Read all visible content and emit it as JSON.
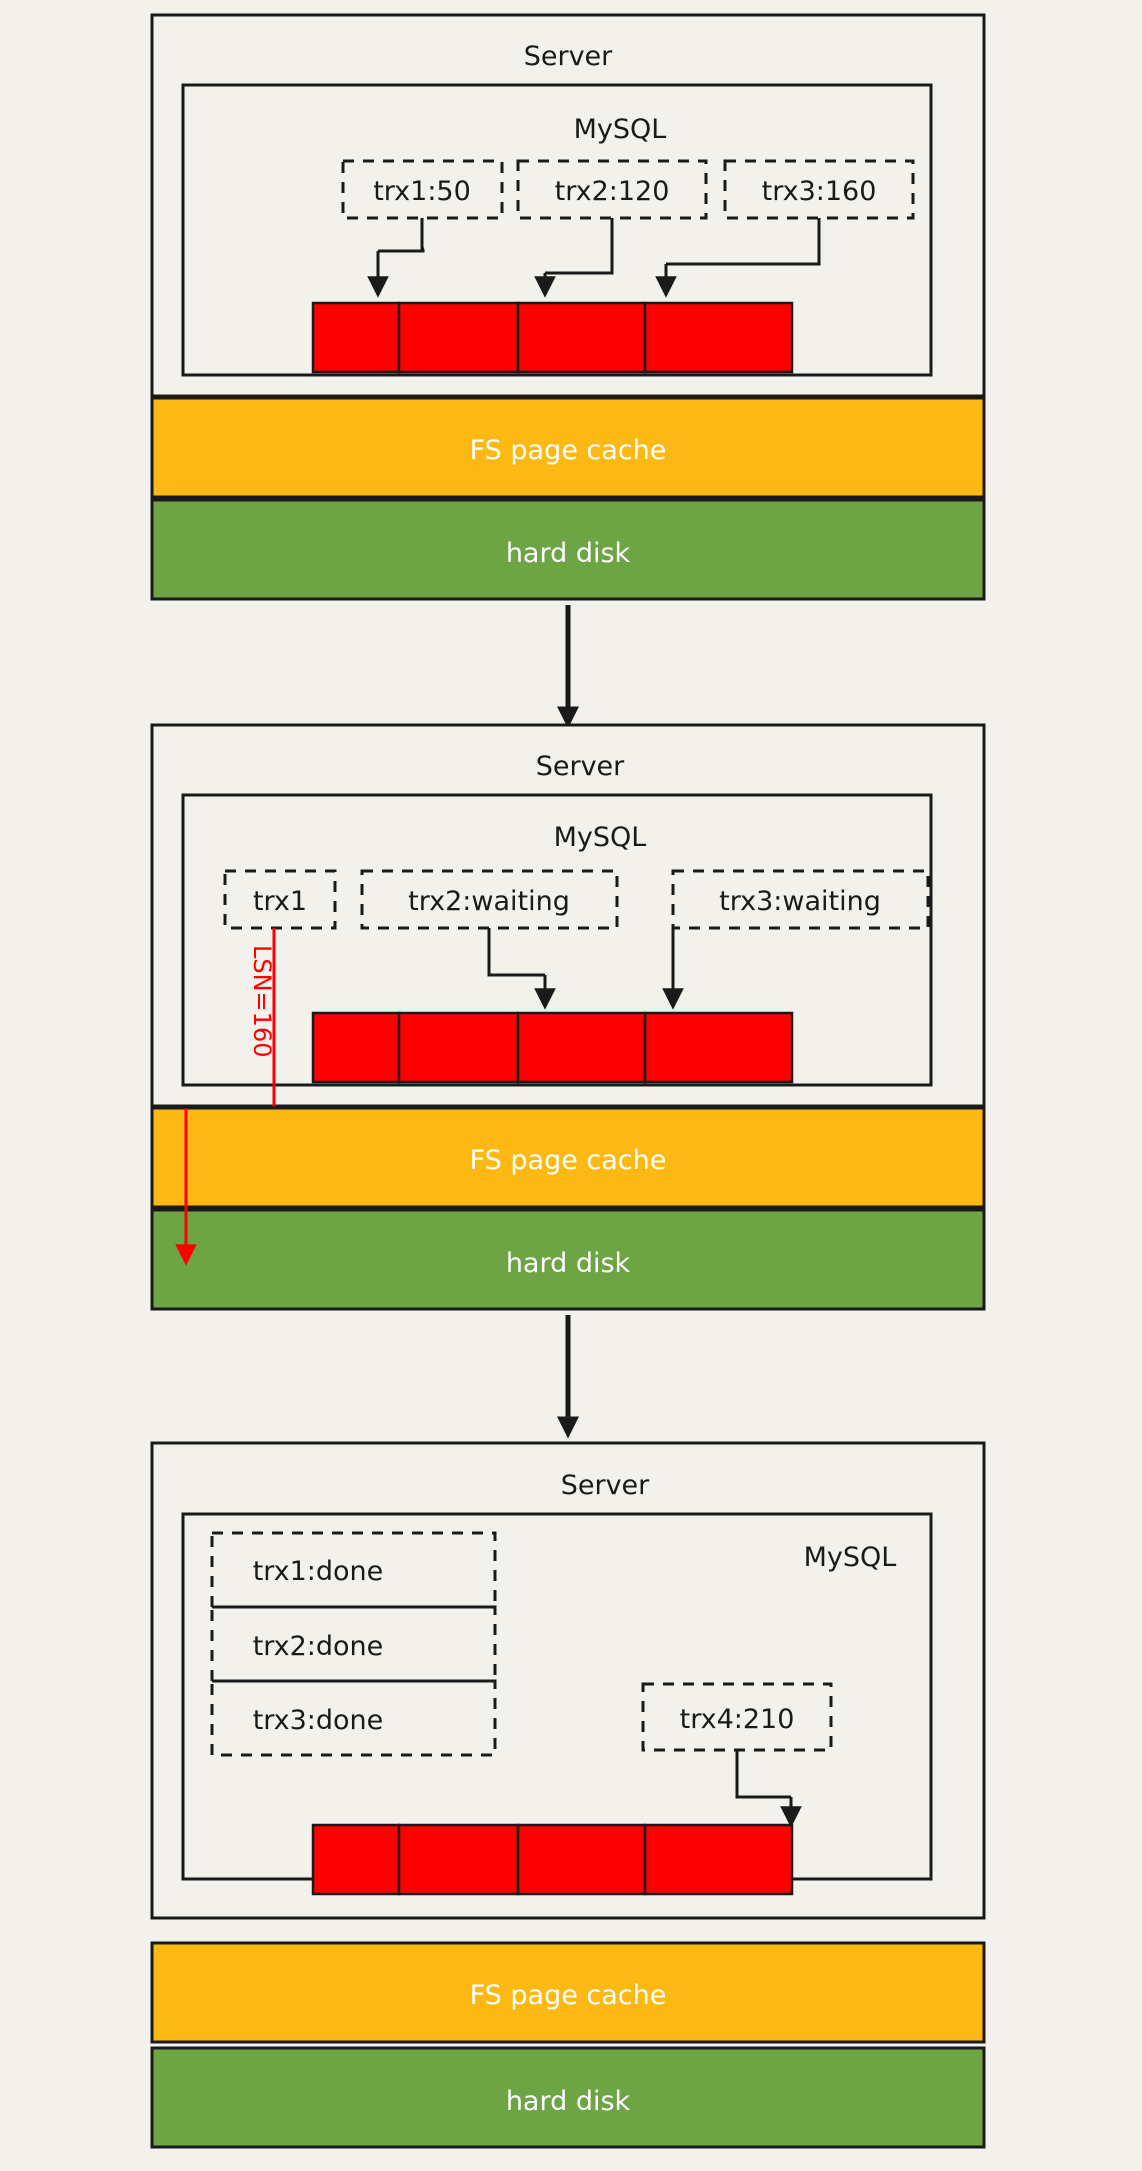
{
  "meta": {
    "colors": {
      "background": "#f2f1ec",
      "stroke": "#1a1a1a",
      "redo_block": "#fd0000",
      "fs_page_cache": "#fdb913",
      "hard_disk": "#6da544",
      "lsn_marker": "#fd0000",
      "bar_label": "#ffffff"
    }
  },
  "panels": [
    {
      "id": "panel-1",
      "server_label": "Server",
      "mysql_label": "MySQL",
      "transactions": [
        {
          "label": "trx1:50"
        },
        {
          "label": "trx2:120"
        },
        {
          "label": "trx3:160"
        }
      ],
      "redo_cells": 4,
      "bars": [
        {
          "label": "FS page cache"
        },
        {
          "label": "hard disk"
        }
      ]
    },
    {
      "id": "panel-2",
      "server_label": "Server",
      "mysql_label": "MySQL",
      "transactions": [
        {
          "label": "trx1"
        },
        {
          "label": "trx2:waiting"
        },
        {
          "label": "trx3:waiting"
        }
      ],
      "lsn_marker": "LSN=160",
      "redo_cells": 4,
      "bars": [
        {
          "label": "FS page cache"
        },
        {
          "label": "hard disk"
        }
      ]
    },
    {
      "id": "panel-3",
      "server_label": "Server",
      "mysql_label": "MySQL",
      "done_transactions": [
        {
          "label": "trx1:done"
        },
        {
          "label": "trx2:done"
        },
        {
          "label": "trx3:done"
        }
      ],
      "transactions": [
        {
          "label": "trx4:210"
        }
      ],
      "redo_cells": 4,
      "bars": [
        {
          "label": "FS page cache"
        },
        {
          "label": "hard disk"
        }
      ]
    }
  ]
}
